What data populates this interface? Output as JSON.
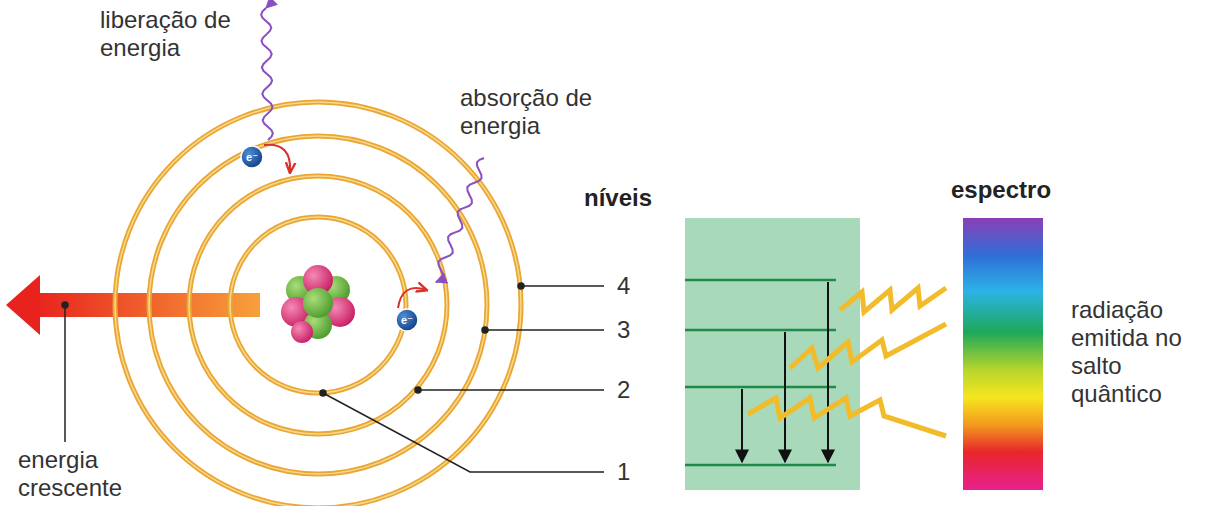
{
  "diagram": {
    "labels": [
      "liberação de energia",
      "absorção de energia",
      "e⁻",
      "e⁻",
      "energia crescente",
      "níveis",
      "espectro",
      "4",
      "3",
      "2",
      "1",
      "radiação emitida no salto quântico"
    ]
  }
}
